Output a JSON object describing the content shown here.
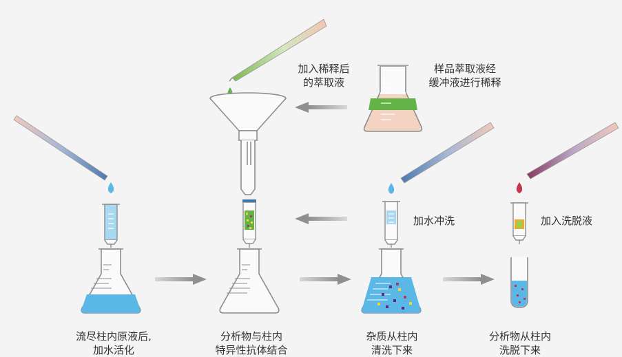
{
  "labels": {
    "add_diluted_extract": [
      "加入稀释后",
      "的萃取液"
    ],
    "sample_extract_diluted": [
      "样品萃取液经",
      "缓冲液进行稀释"
    ],
    "add_water_wash": "加水冲洗",
    "add_eluent": "加入洗脱液",
    "step1": [
      "流尽柱内原液后,",
      "加水活化"
    ],
    "step2": [
      "分析物与柱内",
      "特异性抗体结合"
    ],
    "step3": [
      "杂质从柱内",
      "清洗下来"
    ],
    "step4": [
      "分析物从柱内",
      "洗脱下来"
    ]
  },
  "colors": {
    "glass_outline": "#8d8d8d",
    "water_blue": "#5bb8e6",
    "light_blue": "#a9d8f2",
    "extract_green": "#63b347",
    "sample_pink": "#f5d3c3",
    "eluent_red": "#c0364a",
    "arrow_gray": "#9a9a9a"
  }
}
